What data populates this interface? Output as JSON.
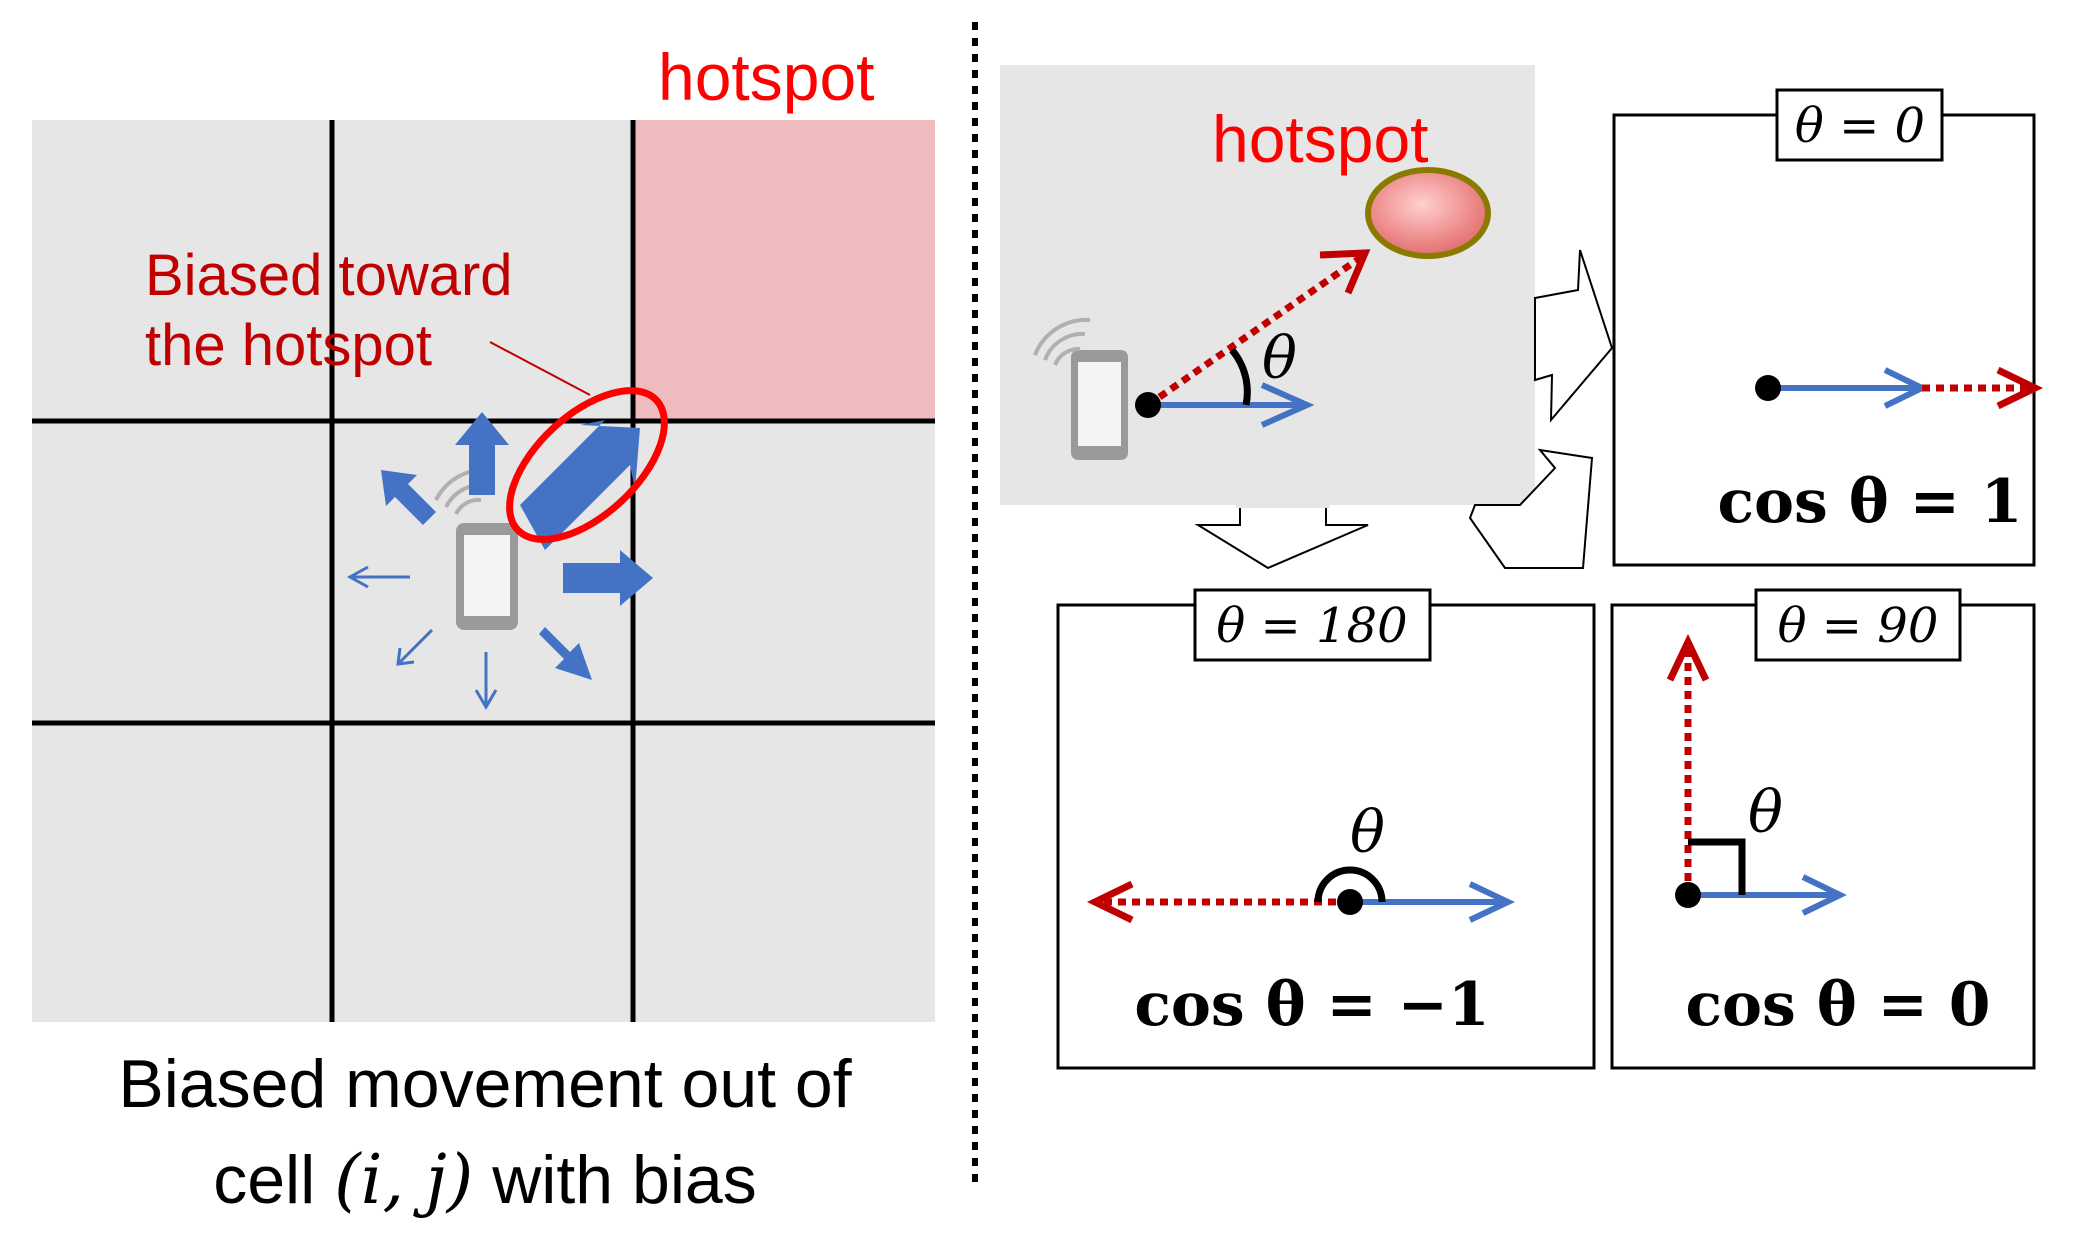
{
  "left_panel": {
    "hotspot_label": "hotspot",
    "bias_label_line1": "Biased toward",
    "bias_label_line2": "the hotspot",
    "caption_line1": "Biased movement out of",
    "caption_line2_pre": "cell ",
    "caption_line2_math": "(i, j)",
    "caption_line2_post": " with bias"
  },
  "right_panel": {
    "hotspot_label": "hotspot",
    "angle_symbol": "θ",
    "cases": [
      {
        "id": "zero",
        "title": "θ = 0",
        "result": "cos θ = 1"
      },
      {
        "id": "one-eighty",
        "title": "θ = 180",
        "result": "cos θ = −1"
      },
      {
        "id": "ninety",
        "title": "θ = 90",
        "result": "cos θ = 0"
      }
    ]
  },
  "colors": {
    "cell_gray": "#e6e6e6",
    "hotspot_cell": "#eebcbe",
    "arrow_blue": "#4472c4",
    "hotspot_red": "#ff0000",
    "annotation_red": "#c00000",
    "dotted_red": "#c00000"
  }
}
